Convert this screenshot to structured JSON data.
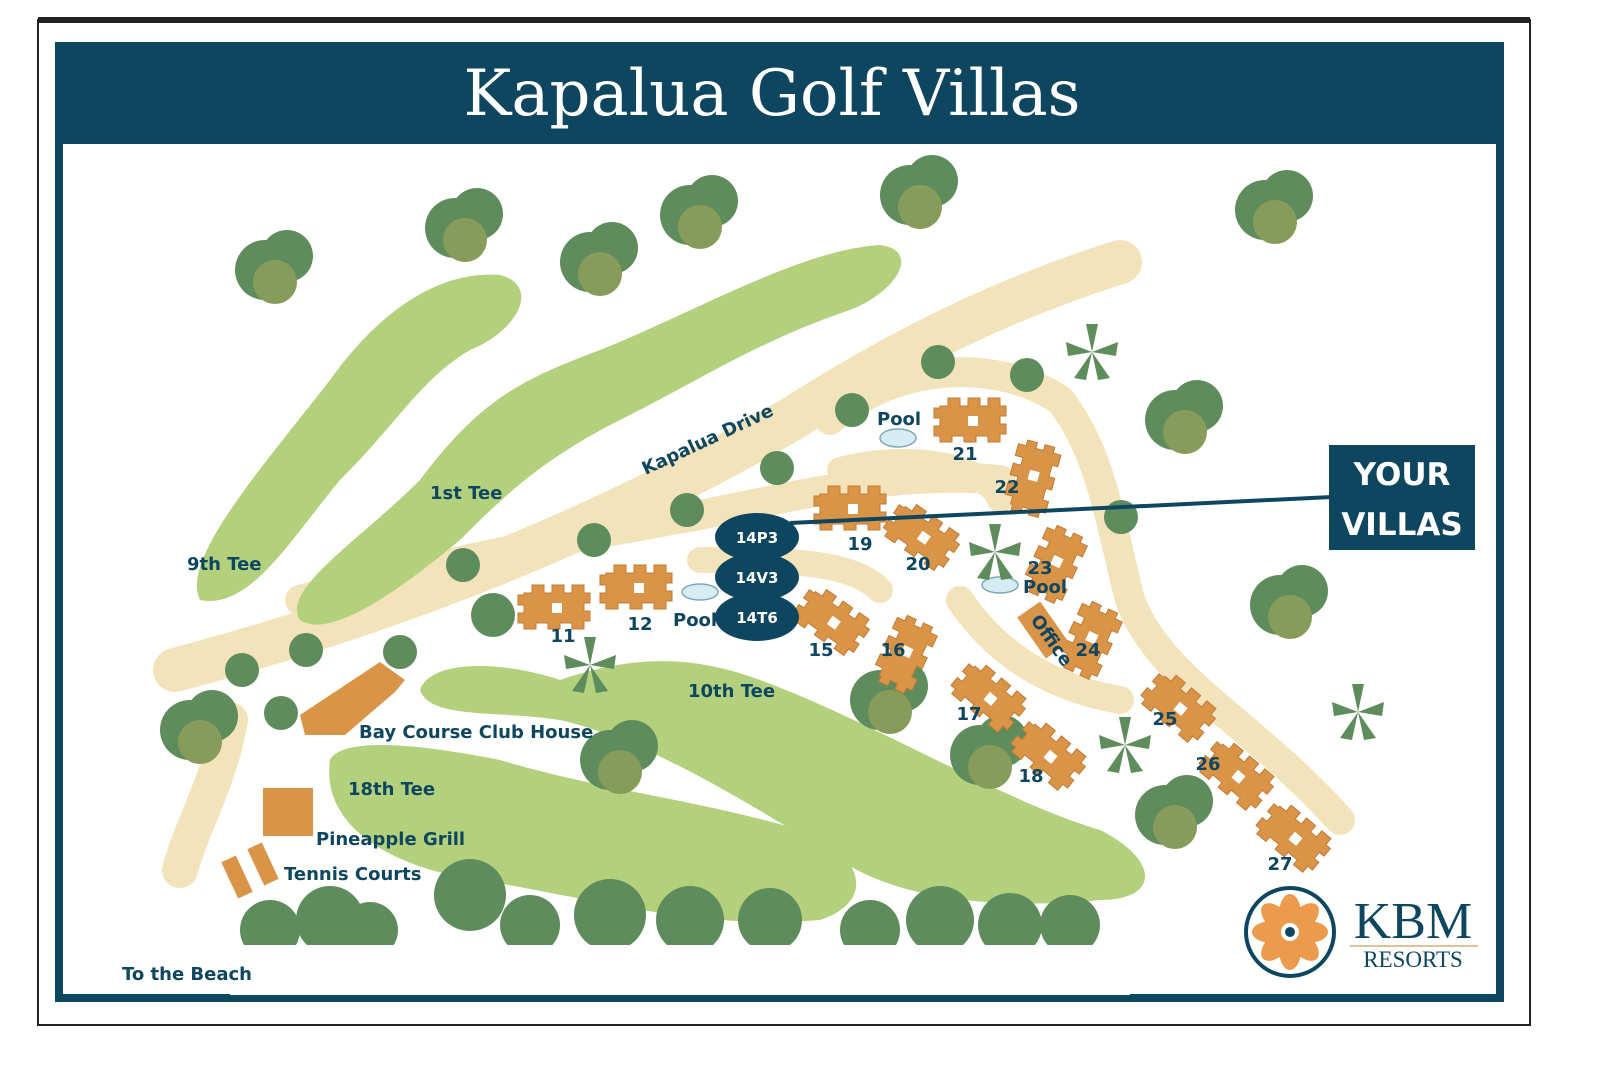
{
  "title": "Kapalua Golf Villas",
  "colors": {
    "navy": "#0e4660",
    "villa": "#d99448",
    "fairway": "#b3d07c",
    "path": "#f3e3bb",
    "tree_dark": "#5f8c5c",
    "tree_light": "#879b5a"
  },
  "places": {
    "kapalua_drive": "Kapalua Drive",
    "tee_9": "9th Tee",
    "tee_1": "1st Tee",
    "tee_10": "10th Tee",
    "tee_18": "18th Tee",
    "club_house": "Bay Course Club House",
    "pineapple_grill": "Pineapple Grill",
    "tennis": "Tennis Courts",
    "beach": "To the Beach",
    "pool_a": "Pool",
    "pool_b": "Pool",
    "pool_c": "Pool",
    "office": "Office"
  },
  "villas": [
    "11",
    "12",
    "15",
    "16",
    "17",
    "18",
    "19",
    "20",
    "21",
    "22",
    "23",
    "24",
    "25",
    "26",
    "27"
  ],
  "your_villas": {
    "label_line1": "YOUR",
    "label_line2": "VILLAS",
    "units": [
      "14P3",
      "14V3",
      "14T6"
    ]
  },
  "logo": {
    "brand": "KBM",
    "sub": "RESORTS"
  }
}
